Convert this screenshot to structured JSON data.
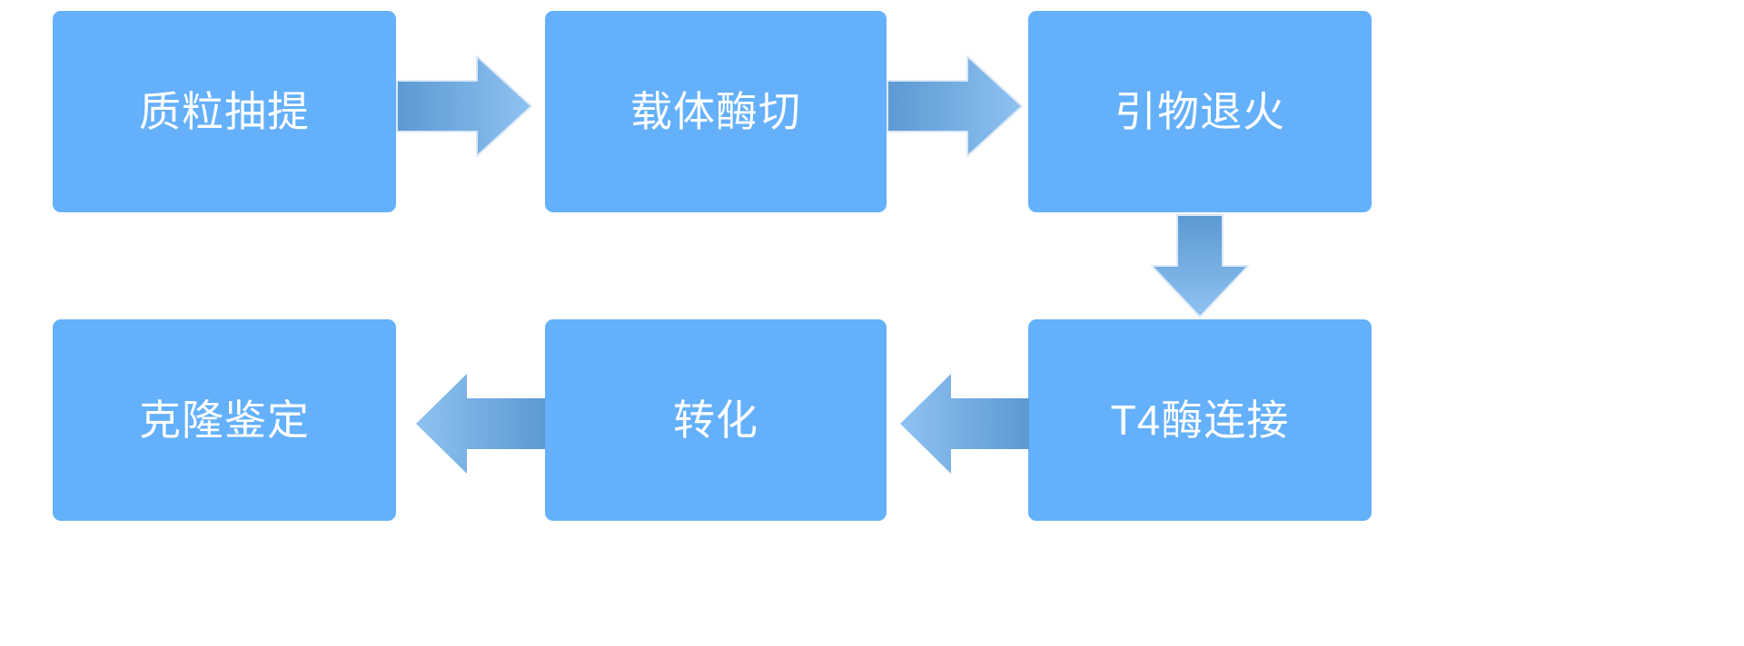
{
  "diagram": {
    "type": "process-flowchart",
    "title": "",
    "background_color": "#FFFFFF",
    "node_fill_color": "#64B0FB",
    "node_text_color": "#FFFFFF",
    "arrow_gradient_dark": "#5C9BD5",
    "arrow_gradient_light": "#8CC0F0",
    "nodes": [
      {
        "id": "n1",
        "label": "质粒抽提",
        "row": 1,
        "col": 1
      },
      {
        "id": "n2",
        "label": "载体酶切",
        "row": 1,
        "col": 2
      },
      {
        "id": "n3",
        "label": "引物退火",
        "row": 1,
        "col": 3
      },
      {
        "id": "n4",
        "label": "克隆鉴定",
        "row": 2,
        "col": 1
      },
      {
        "id": "n5",
        "label": "转化",
        "row": 2,
        "col": 2
      },
      {
        "id": "n6",
        "label": "T4酶连接",
        "row": 2,
        "col": 3
      }
    ],
    "connectors": [
      {
        "id": "a1",
        "from": "n1",
        "to": "n2",
        "direction": "right"
      },
      {
        "id": "a2",
        "from": "n2",
        "to": "n3",
        "direction": "right"
      },
      {
        "id": "a3",
        "from": "n3",
        "to": "n6",
        "direction": "down"
      },
      {
        "id": "a4",
        "from": "n6",
        "to": "n5",
        "direction": "left"
      },
      {
        "id": "a5",
        "from": "n5",
        "to": "n4",
        "direction": "left"
      }
    ]
  }
}
